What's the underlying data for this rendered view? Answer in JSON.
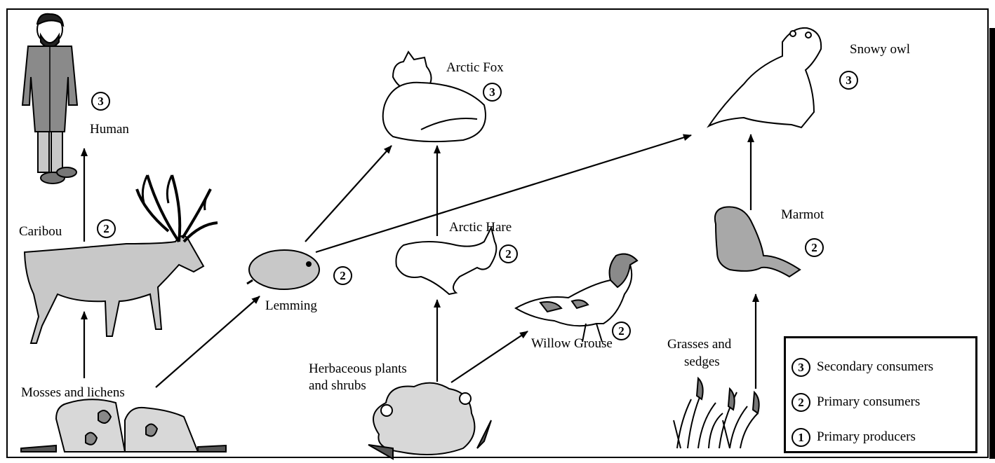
{
  "organisms": {
    "human": {
      "label": "Human",
      "level": "3"
    },
    "caribou": {
      "label": "Caribou",
      "level": "2"
    },
    "mosses": {
      "label": "Mosses and lichens"
    },
    "lemming": {
      "label": "Lemming",
      "level": "2"
    },
    "arctic_fox": {
      "label": "Arctic Fox",
      "level": "3"
    },
    "arctic_hare": {
      "label": "Arctic Hare",
      "level": "2"
    },
    "herbaceous": {
      "label_line1": "Herbaceous plants",
      "label_line2": "and shrubs"
    },
    "willow_grouse": {
      "label": "Willow Grouse",
      "level": "2"
    },
    "snowy_owl": {
      "label": "Snowy owl",
      "level": "3"
    },
    "marmot": {
      "label": "Marmot",
      "level": "2"
    },
    "grasses": {
      "label_line1": "Grasses and",
      "label_line2": "sedges"
    }
  },
  "legend": {
    "items": [
      {
        "level": "3",
        "text": "Secondary consumers"
      },
      {
        "level": "2",
        "text": "Primary consumers"
      },
      {
        "level": "1",
        "text": "Primary producers"
      }
    ]
  }
}
